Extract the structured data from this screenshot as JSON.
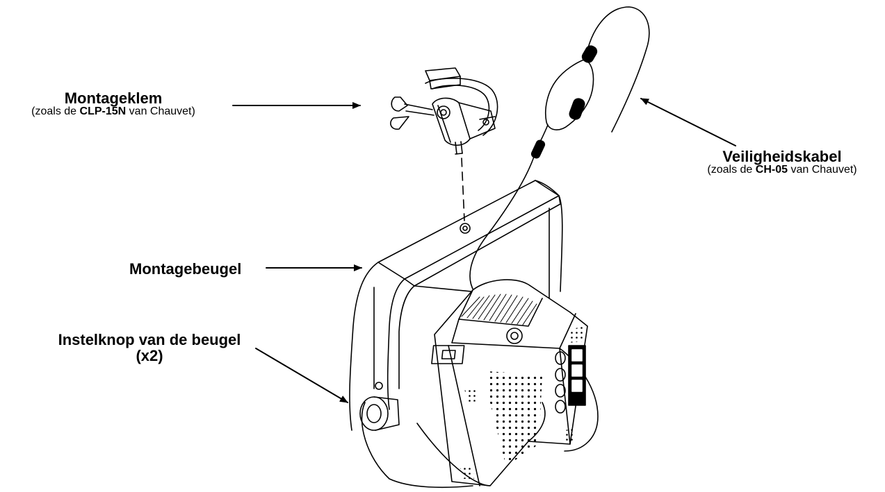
{
  "callouts": {
    "clamp": {
      "title": "Montageklem",
      "sub_prefix": "(zoals de ",
      "sub_bold": "CLP-15N",
      "sub_suffix": " van Chauvet)"
    },
    "cable": {
      "title": "Veiligheidskabel",
      "sub_prefix": "(zoals de ",
      "sub_bold": "CH-05",
      "sub_suffix": " van Chauvet)"
    },
    "bracket": {
      "title": "Montagebeugel"
    },
    "knob": {
      "title_line1": "Instelknop van de beugel",
      "title_line2": "(x2)"
    }
  },
  "colors": {
    "line": "#000000",
    "background": "#ffffff"
  }
}
